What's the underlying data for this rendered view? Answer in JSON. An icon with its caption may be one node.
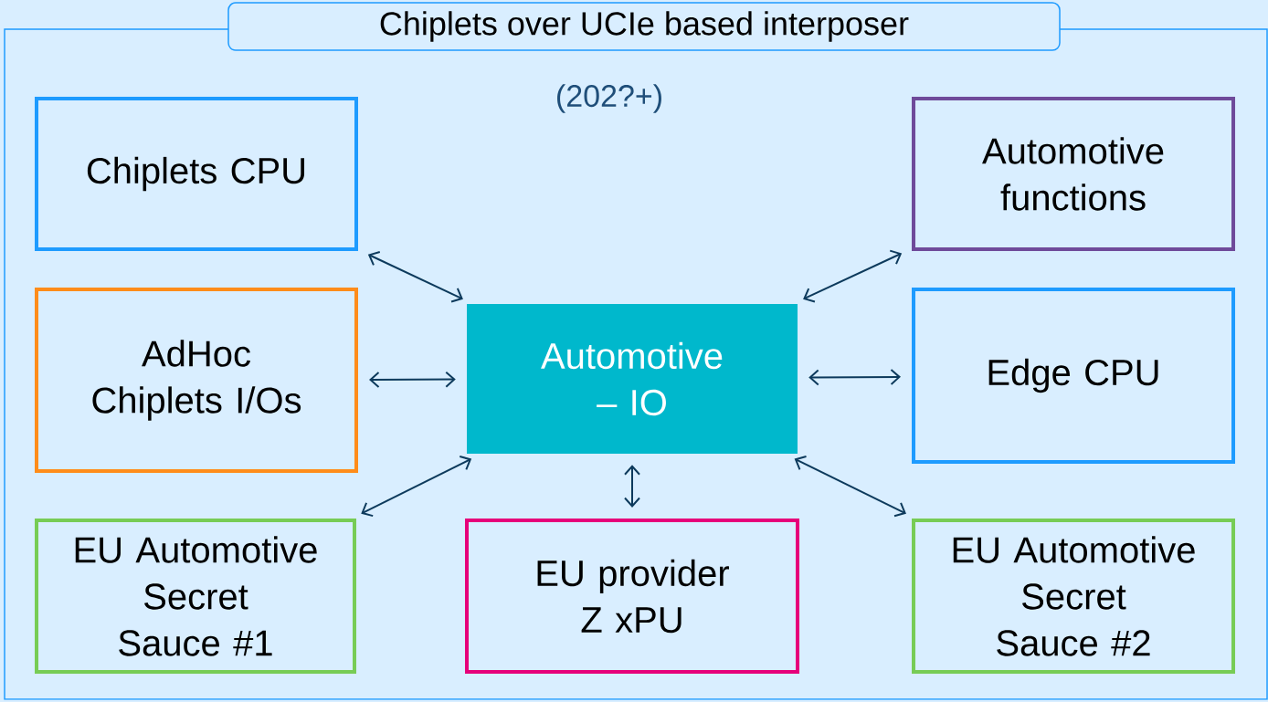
{
  "diagram": {
    "title": "Chiplets over UCIe based interposer",
    "nodes": [
      {
        "text": [
          "Chiplets CPU"
        ]
      },
      {
        "text": [
          "Automotive functions"
        ]
      },
      {
        "text": [
          "AdHoc Chiplets I/Os"
        ]
      },
      {
        "text": [
          "Automotive – IO"
        ]
      },
      {
        "text": [
          "Edge CPU"
        ]
      },
      {
        "text": [
          "EU Automotive Secret Sauce #1"
        ]
      },
      {
        "text": [
          "EU provider Z xPU"
        ]
      },
      {
        "text": [
          "EU Automotive Secret Sauce #2"
        ]
      }
    ],
    "edges": [
      {
        "from": 3,
        "to": 0,
        "arrow": "both"
      },
      {
        "from": 3,
        "to": 1,
        "arrow": "both"
      },
      {
        "from": 3,
        "to": 2,
        "arrow": "both"
      },
      {
        "from": 3,
        "to": 4,
        "arrow": "both"
      },
      {
        "from": 3,
        "to": 5,
        "arrow": "both"
      },
      {
        "from": 3,
        "to": 6,
        "arrow": "both"
      },
      {
        "from": 3,
        "to": 7,
        "arrow": "both"
      }
    ],
    "labels": [
      "(202?+)"
    ]
  }
}
